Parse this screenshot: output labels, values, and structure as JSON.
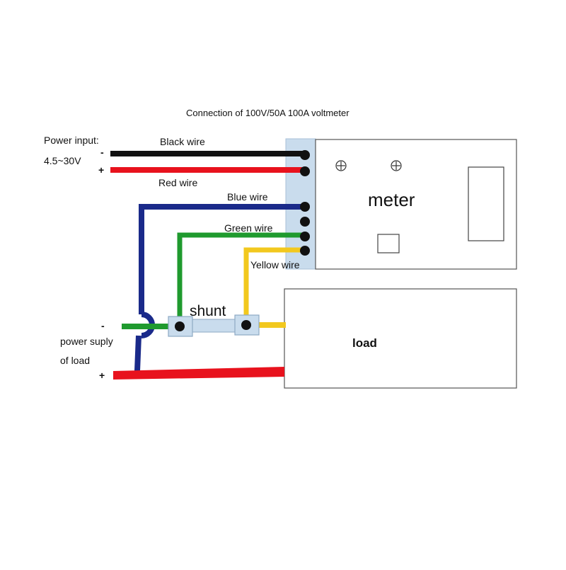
{
  "title": "Connection of 100V/50A 100A voltmeter",
  "power_input": {
    "label": "Power input:",
    "range": "4.5~30V",
    "minus": "-",
    "plus": "+"
  },
  "wires": {
    "black": "Black wire",
    "red": "Red wire",
    "blue": "Blue wire",
    "green": "Green wire",
    "yellow": "Yellow wire"
  },
  "meter": {
    "label": "meter"
  },
  "shunt": {
    "label": "shunt"
  },
  "load": {
    "label": "load"
  },
  "load_supply": {
    "minus": "-",
    "line1": "power suply",
    "line2": "of load",
    "plus": "+"
  },
  "colors": {
    "black_wire": "#111111",
    "red_wire": "#e8121d",
    "blue_wire": "#1a2a8a",
    "green_wire": "#1f9a2e",
    "yellow_wire": "#f2c81e",
    "connector": "#c9dced"
  }
}
